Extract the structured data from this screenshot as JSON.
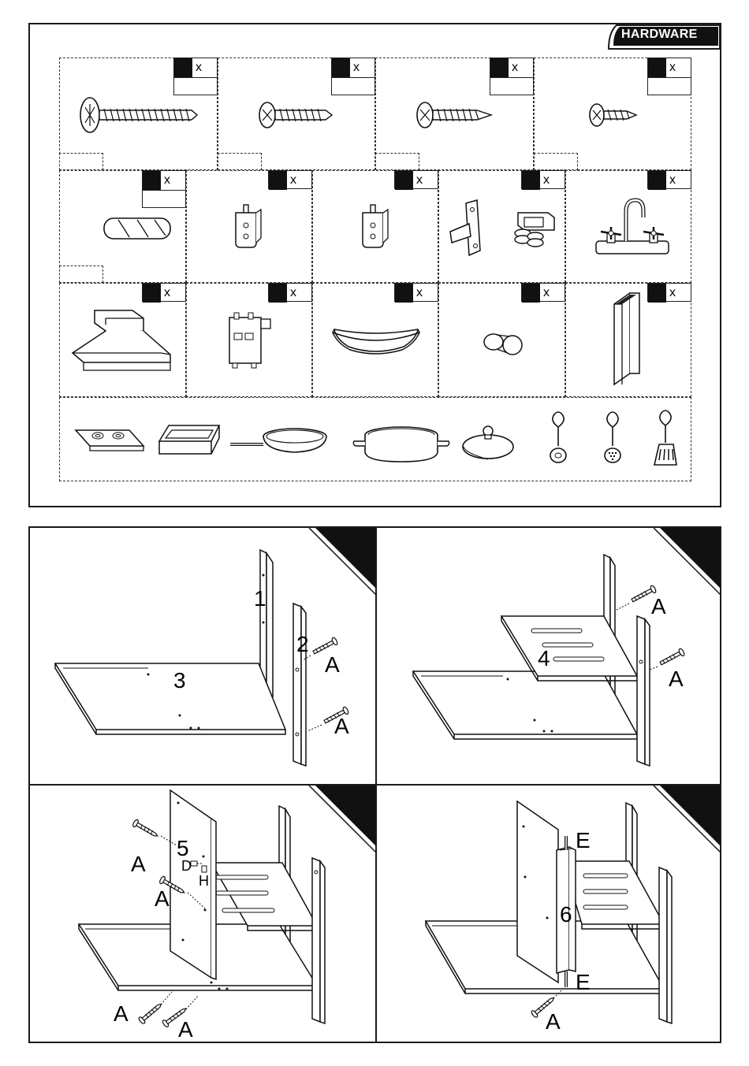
{
  "hardware": {
    "title": "HARDWARE",
    "qty_mark": "x",
    "items": [
      {
        "name": "long-screw-icon"
      },
      {
        "name": "medium-screw-icon"
      },
      {
        "name": "wood-screw-icon"
      },
      {
        "name": "short-screw-icon"
      },
      {
        "name": "wooden-dowel-icon"
      },
      {
        "name": "cam-bracket-icon"
      },
      {
        "name": "cam-bracket-icon-2"
      },
      {
        "name": "hinge-icon"
      },
      {
        "name": "faucet-icon"
      },
      {
        "name": "range-hood-icon"
      },
      {
        "name": "wall-outlet-icon"
      },
      {
        "name": "handle-icon"
      },
      {
        "name": "knob-icon"
      },
      {
        "name": "back-panel-icon"
      }
    ],
    "accessories": [
      "stovetop-icon",
      "baking-tray-icon",
      "frying-pan-icon",
      "cooking-pot-icon",
      "pot-lid-icon",
      "ladle-icon",
      "slotted-spoon-icon",
      "spatula-icon"
    ]
  },
  "steps": [
    {
      "callouts": {
        "part1": "1",
        "part2": "2",
        "part3": "3",
        "screw_a1": "A",
        "screw_a2": "A"
      }
    },
    {
      "callouts": {
        "part4": "4",
        "screw_a1": "A",
        "screw_a2": "A"
      }
    },
    {
      "callouts": {
        "part5": "5",
        "d": "D",
        "h": "H",
        "screw_a1": "A",
        "screw_a2": "A",
        "screw_a3": "A",
        "screw_a4": "A"
      }
    },
    {
      "callouts": {
        "part6": "6",
        "e_top": "E",
        "e_bottom": "E",
        "screw_a": "A"
      }
    }
  ]
}
